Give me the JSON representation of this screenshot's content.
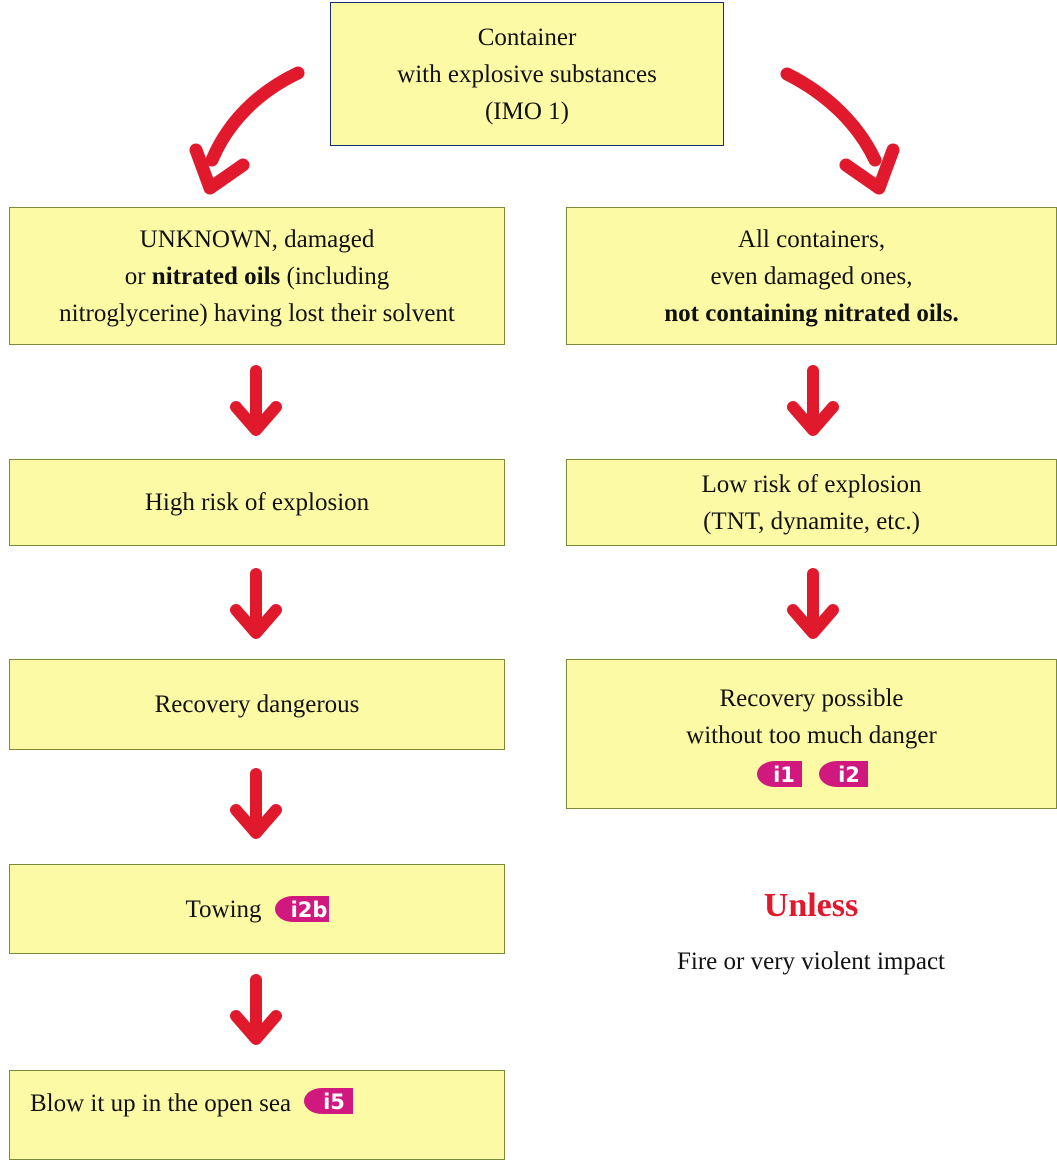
{
  "top": {
    "line1": "Container",
    "line2": "with explosive substances",
    "line3": "(IMO 1)"
  },
  "left": {
    "box1": {
      "line1": "UNKNOWN, damaged",
      "line2_prefix": "or ",
      "line2_bold": "nitrated oils",
      "line2_suffix": " (including",
      "line3": "nitroglycerine)  having lost their solvent"
    },
    "box2": "High risk of explosion",
    "box3": "Recovery dangerous",
    "box4": {
      "text": "Towing",
      "badge": "i2b"
    },
    "box5": {
      "text": "Blow it up in the open sea",
      "badge": "i5"
    }
  },
  "right": {
    "box1": {
      "line1": "All containers,",
      "line2": "even damaged ones,",
      "line3_bold": "not containing nitrated oils."
    },
    "box2": {
      "line1": "Low risk of explosion",
      "line2": "(TNT, dynamite, etc.)"
    },
    "box3": {
      "line1": "Recovery possible",
      "line2": "without too much danger",
      "badges": [
        "i1",
        "i2"
      ]
    }
  },
  "unless": {
    "title": "Unless",
    "text": "Fire or very violent impact"
  },
  "colors": {
    "box_fill": "#fdfaa6",
    "box_border": "#7a8a3a",
    "arrow": "#e0192d",
    "badge": "#d0187f",
    "unless": "#e0192d"
  },
  "icons": {
    "arrow": "red-down-arrow-icon",
    "badge": "info-badge-icon"
  }
}
